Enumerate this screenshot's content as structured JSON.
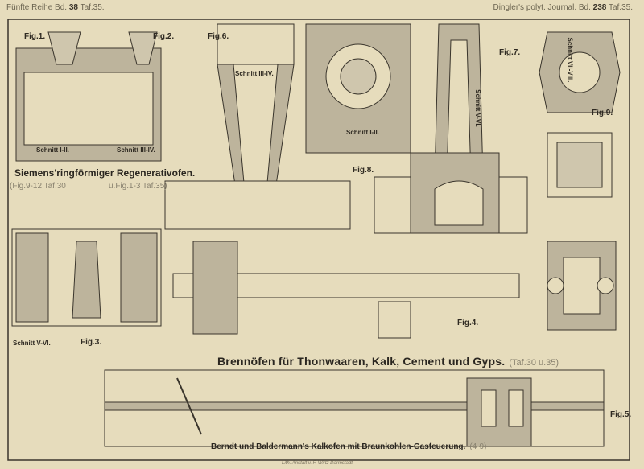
{
  "header": {
    "left_prefix": "Fünfte Reihe Bd.",
    "left_vol": "38",
    "left_plate": "Taf.35.",
    "right_prefix": "Dingler's polyt. Journal. Bd.",
    "right_vol": "238",
    "right_plate": "Taf.35."
  },
  "figures": {
    "fig1": "Fig.1.",
    "fig2": "Fig.2.",
    "fig3": "Fig.3.",
    "fig4": "Fig.4.",
    "fig5": "Fig.5.",
    "fig6": "Fig.6.",
    "fig7": "Fig.7.",
    "fig8": "Fig.8.",
    "fig9": "Fig.9."
  },
  "sections": {
    "s1": "Schnitt I-II.",
    "s2": "Schnitt III-IV.",
    "s3": "Schnitt III-IV.",
    "s4": "Schnitt I-II.",
    "s5": "Schnitt V-VI.",
    "s6": "Schnitt VII-VIII.",
    "s7": "Schnitt V-VI."
  },
  "captions": {
    "siemens": "Siemens'ringförmiger Regenerativofen.",
    "siemens_ref1": "(Fig.9-12 Taf.30",
    "siemens_ref2": "u.Fig.1-3 Taf.35)",
    "main_title": "Brennöfen für Thonwaaren, Kalk, Cement und Gyps.",
    "main_ref": "(Taf.30 u.35)",
    "berndt": "Berndt und Baldermann's Kalkofen mit Braunkohlen-Gasfeuerung.",
    "berndt_ref": "(4-9)",
    "imprint": "Lith. Anstalt v. F. Wirtz Darmstadt."
  },
  "colors": {
    "paper": "#e6dcbc",
    "ink": "#2a2620",
    "wall": "#b9b09a"
  }
}
